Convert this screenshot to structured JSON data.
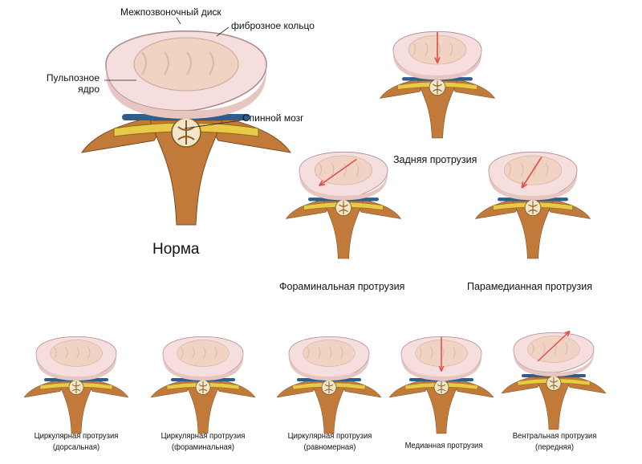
{
  "labels": {
    "disc": "Межпозвоночный диск",
    "annulus": "фиброзное кольцо",
    "nucleus": "Пульпозное ядро",
    "cord": "Спинной мозг",
    "norm": "Норма",
    "posterior": "Задняя протрузия",
    "foraminal": "Фораминальная протрузия",
    "paramedian": "Парамедианная протрузия",
    "circ_dorsal": [
      "Циркулярная протрузия",
      "(дорсальная)"
    ],
    "circ_foraminal": [
      "Циркулярная протрузия",
      "(фораминальная)"
    ],
    "circ_uniform": [
      "Циркулярная протрузия",
      "(равномерная)"
    ],
    "median": "Медианная протрузия",
    "ventral": [
      "Вентральная протрузия",
      "(передняя)"
    ]
  },
  "colors": {
    "disc": "#f6dede",
    "nucleus": "#f1d3c3",
    "bone": "#c27a3a",
    "nerve": "#e8c94a",
    "arrow": "#e0504a",
    "ligament": "#2d5e8e"
  }
}
